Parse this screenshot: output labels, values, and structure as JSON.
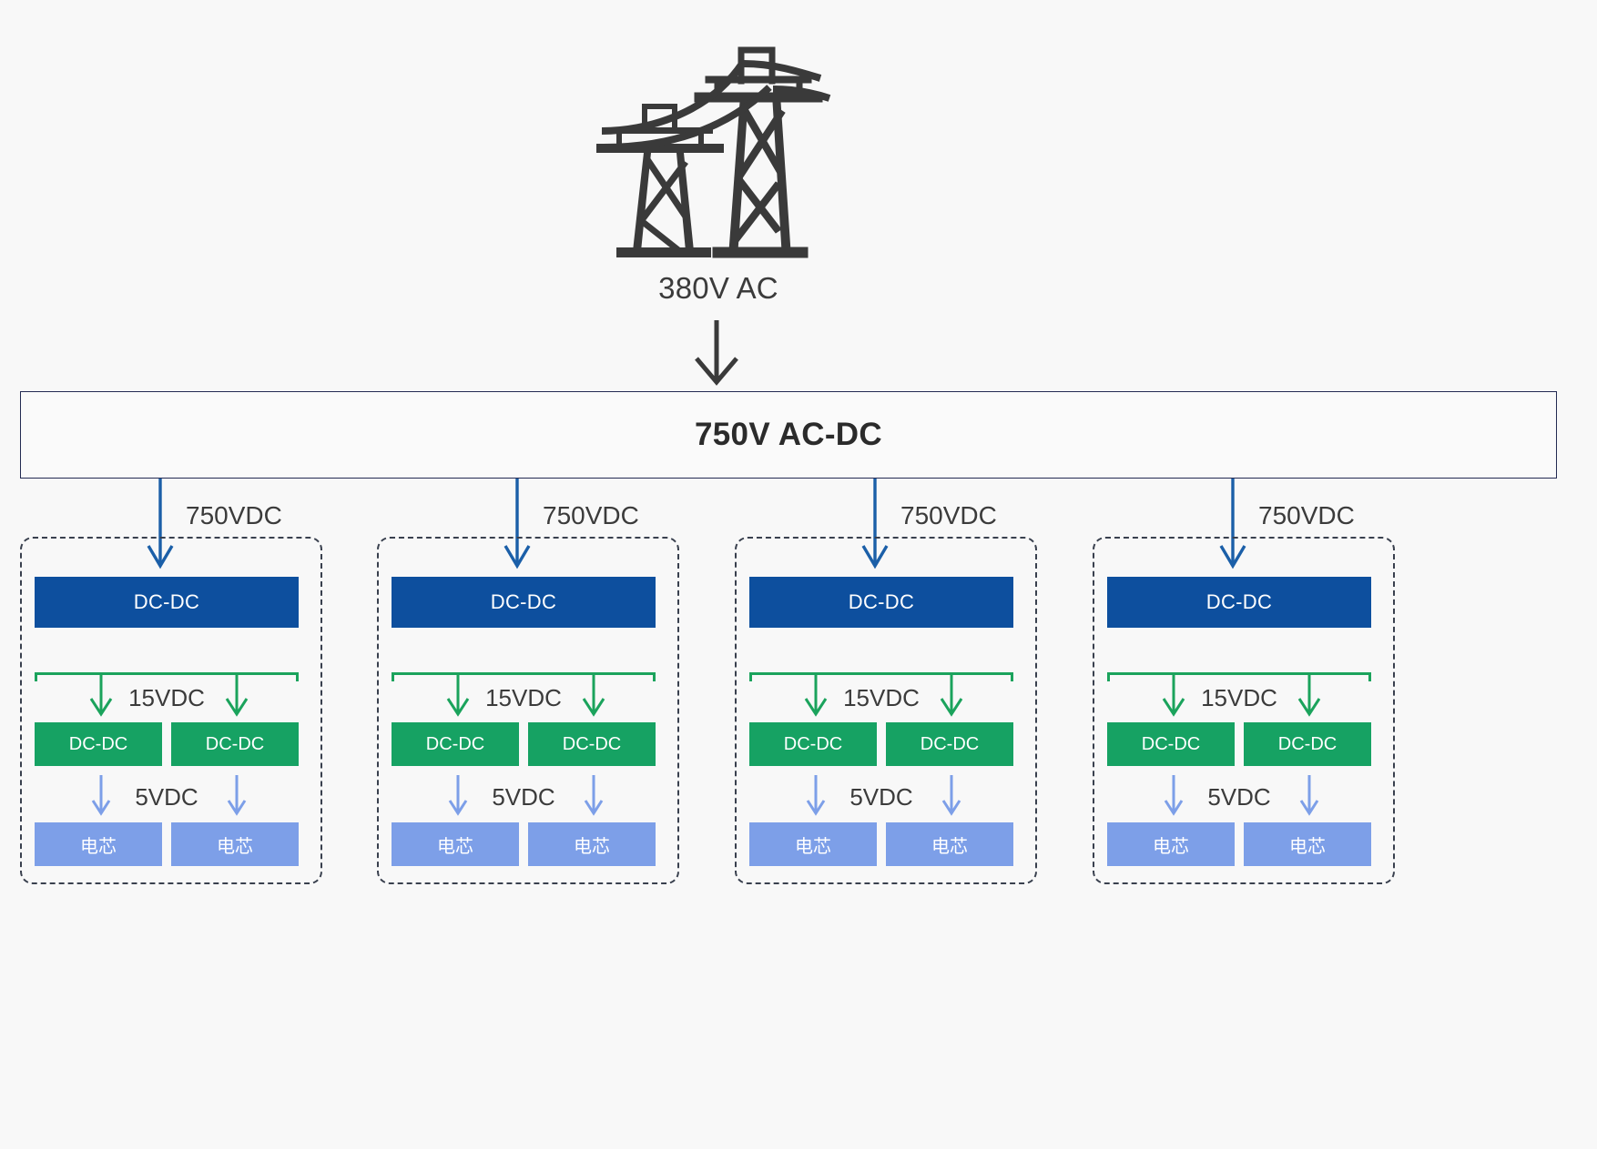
{
  "background_color": "#f8f8f8",
  "source": {
    "icon": "power-transmission-tower-icon",
    "icon_color": "#3a3a3a",
    "label": "380V AC"
  },
  "converter_bar": {
    "label": "750V AC-DC",
    "border_color": "#232a52"
  },
  "colors": {
    "dc_primary": "#0d4f9e",
    "dc_secondary": "#16a263",
    "cell": "#7d9fe8",
    "dashed_border": "#39404e",
    "bus": "#1ba35c",
    "arrow_750": "#1b5fa8",
    "arrow_15": "#1ba35c",
    "arrow_5": "#7d9fe8",
    "arrow_main": "#3a3a3a"
  },
  "groups": [
    {
      "feed_label": "750VDC",
      "primary_converter": "DC-DC",
      "mid_label": "15VDC",
      "secondary_converters": [
        "DC-DC",
        "DC-DC"
      ],
      "low_label": "5VDC",
      "cells": [
        "电芯",
        "电芯"
      ]
    },
    {
      "feed_label": "750VDC",
      "primary_converter": "DC-DC",
      "mid_label": "15VDC",
      "secondary_converters": [
        "DC-DC",
        "DC-DC"
      ],
      "low_label": "5VDC",
      "cells": [
        "电芯",
        "电芯"
      ]
    },
    {
      "feed_label": "750VDC",
      "primary_converter": "DC-DC",
      "mid_label": "15VDC",
      "secondary_converters": [
        "DC-DC",
        "DC-DC"
      ],
      "low_label": "5VDC",
      "cells": [
        "电芯",
        "电芯"
      ]
    },
    {
      "feed_label": "750VDC",
      "primary_converter": "DC-DC",
      "mid_label": "15VDC",
      "secondary_converters": [
        "DC-DC",
        "DC-DC"
      ],
      "low_label": "5VDC",
      "cells": [
        "电芯",
        "电芯"
      ]
    }
  ]
}
